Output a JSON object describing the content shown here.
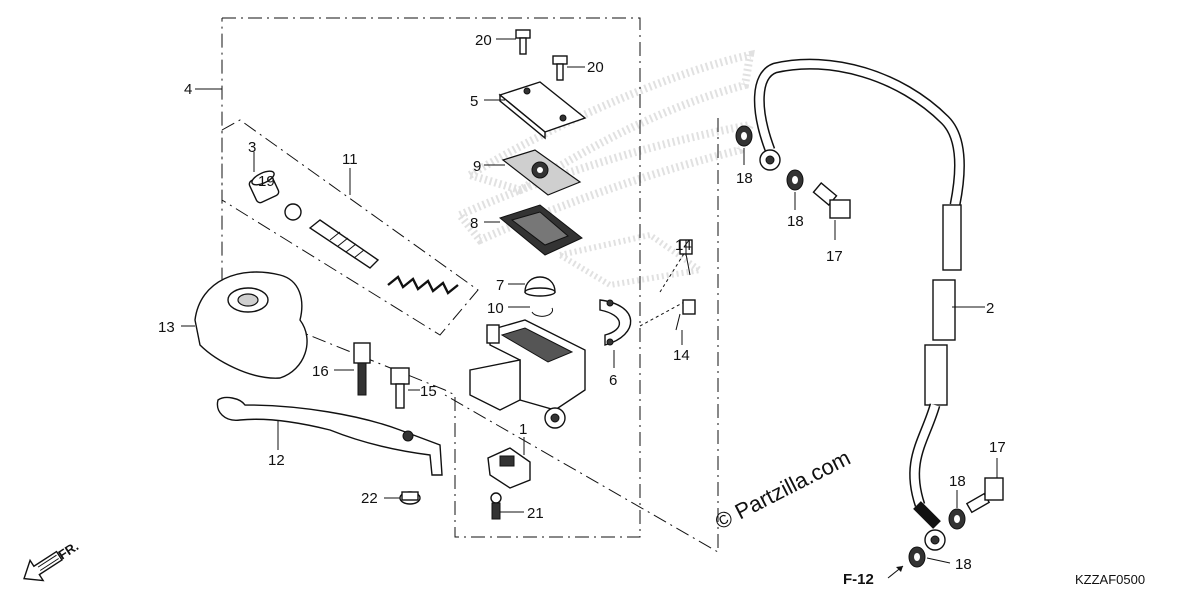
{
  "diagram": {
    "part_labels": {
      "p1": "1",
      "p2": "2",
      "p3": "3",
      "p4": "4",
      "p5": "5",
      "p6": "6",
      "p7": "7",
      "p8": "8",
      "p9": "9",
      "p10": "10",
      "p11": "11",
      "p12": "12",
      "p13": "13",
      "p14a": "14",
      "p14b": "14",
      "p15": "15",
      "p16": "16",
      "p17a": "17",
      "p17b": "17",
      "p18a": "18",
      "p18b": "18",
      "p18c": "18",
      "p18d": "18",
      "p19": "19",
      "p20a": "20",
      "p20b": "20",
      "p21": "21",
      "p22": "22"
    },
    "ref_label": "F-12",
    "direction_label": "FR.",
    "watermark": "© Partzilla.com",
    "diagram_code": "KZZAF0500"
  }
}
